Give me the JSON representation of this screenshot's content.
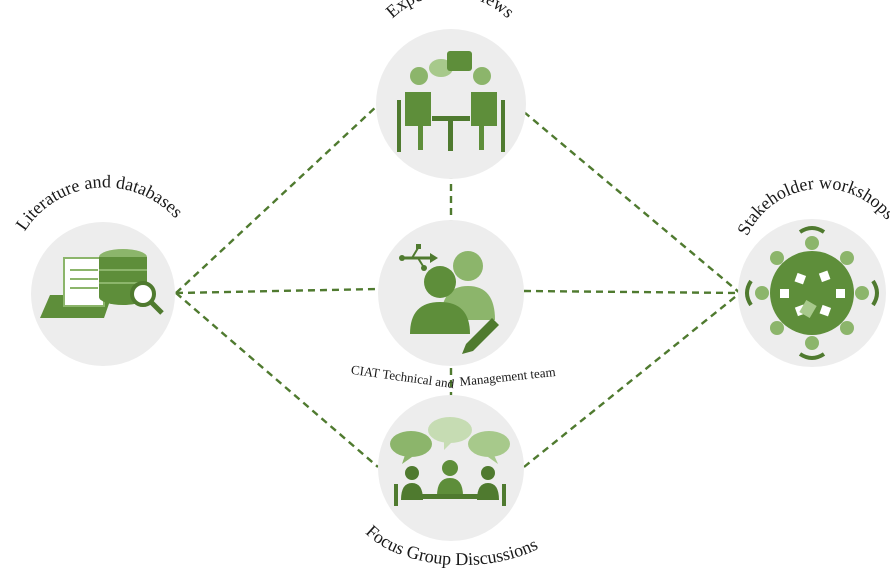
{
  "nodes": {
    "expert": {
      "label": "Expert interviews",
      "icon": "meeting-chat-icon"
    },
    "literature": {
      "label": "Literature and databases",
      "icon": "database-document-search-icon"
    },
    "center": {
      "label_left": "CIAT Technical and",
      "label_right": "Management team",
      "icon": "team-usb-pencil-icon"
    },
    "stakeholder": {
      "label": "Stakeholder workshops",
      "icon": "round-table-icon"
    },
    "focus": {
      "label": "Focus Group Discussions",
      "icon": "group-discussion-icon"
    }
  },
  "colors": {
    "dark_green": "#4f7a2f",
    "mid_green": "#5e8e3a",
    "light_green": "#8cb56b",
    "node_bg": "#ededed"
  }
}
